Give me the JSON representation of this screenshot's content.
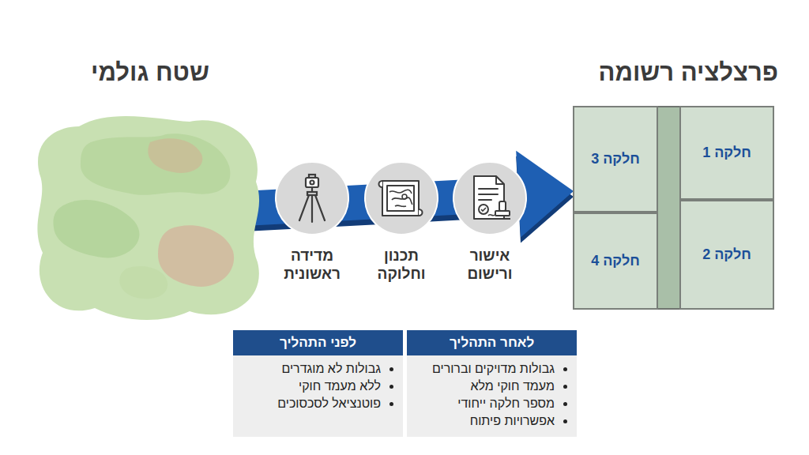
{
  "diagram": {
    "nodes": [
      {
        "text": [
          "שטח גולמי"
        ]
      },
      {
        "text": [
          "מדידה ראשונית"
        ]
      },
      {
        "text": [
          "תכנון וחלוקה"
        ]
      },
      {
        "text": [
          "אישור ורישום"
        ]
      },
      {
        "text": [
          "פרצלציה רשומה"
        ]
      },
      {
        "text": [
          "חלקה 1"
        ],
        "in": 4
      },
      {
        "text": [
          "חלקה 2"
        ],
        "in": 4
      },
      {
        "text": [
          "חלקה 3"
        ],
        "in": 4
      },
      {
        "text": [
          "חלקה 4"
        ],
        "in": 4
      },
      {
        "text": [
          "לפני התהליך",
          "גבולות לא מוגדרים",
          "ללא מעמד חוקי",
          "פוטנציאל לסכסוכים"
        ]
      },
      {
        "text": [
          "לאחר התהליך",
          "גבולות מדויקים וברורים",
          "מעמד חוקי מלא",
          "מספר חלקה ייחודי",
          "אפשרויות פיתוח"
        ]
      }
    ],
    "edges": [
      {
        "from": 0,
        "to": 4,
        "arrow": "to"
      }
    ]
  }
}
